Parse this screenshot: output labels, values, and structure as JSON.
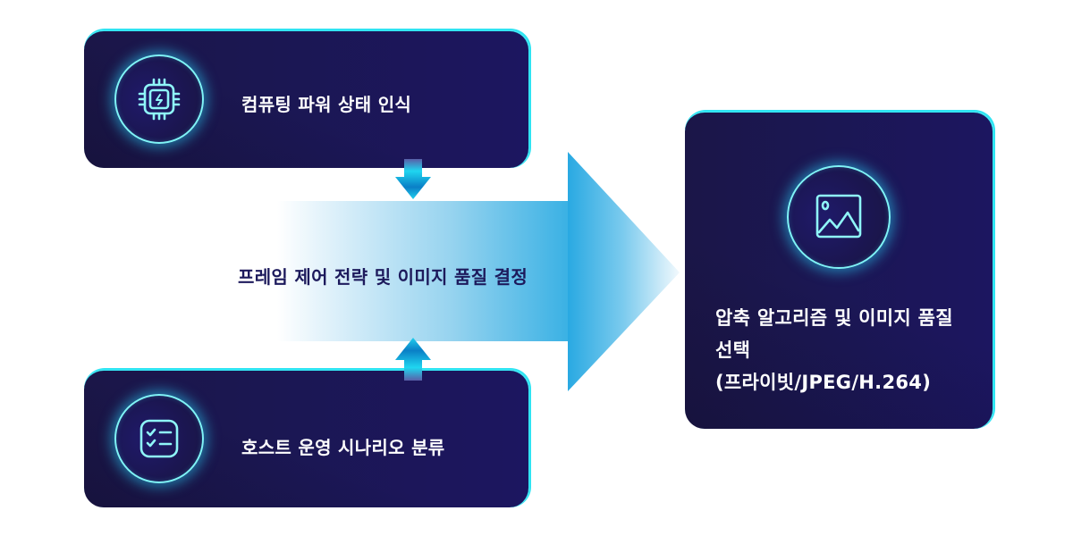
{
  "diagram": {
    "inputs": [
      {
        "label": "컴퓨팅 파워 상태 인식",
        "icon": "cpu-chip-icon"
      },
      {
        "label": "호스트 운영 시나리오 분류",
        "icon": "checklist-icon"
      }
    ],
    "process": {
      "label": "프레임 제어 전략 및 이미지 품질 결정"
    },
    "output": {
      "icon": "image-icon",
      "lines": [
        "압축 알고리즘 및 이미지 품질",
        "선택",
        "(프라이빗/JPEG/H.264)"
      ]
    }
  },
  "colors": {
    "card_bg": "#1c1656",
    "card_border": "#36e6f4",
    "icon_stroke": "#7ff4f7",
    "arrow_start": "#ffffff",
    "arrow_end": "#2aaee3",
    "small_arrow": "#0a86c9",
    "process_text": "#1d1a5c",
    "card_text": "#ffffff"
  }
}
